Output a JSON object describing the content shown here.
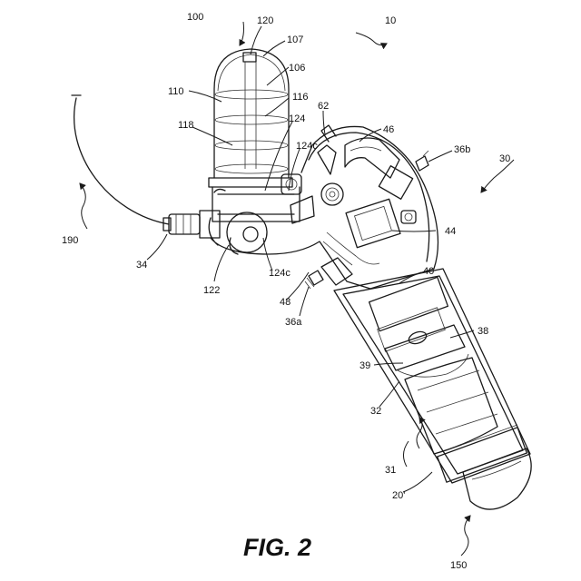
{
  "figure": {
    "caption": "FIG. 2",
    "labels": {
      "l100": "100",
      "l120": "120",
      "l107": "107",
      "l106": "106",
      "l10": "10",
      "l110": "110",
      "l116": "116",
      "l62": "62",
      "l118": "118",
      "l124": "124",
      "l124c_a": "124c",
      "l46": "46",
      "l36b": "36b",
      "l30": "30",
      "l190": "190",
      "l44": "44",
      "l34": "34",
      "l124c_b": "124c",
      "l40": "40",
      "l122": "122",
      "l48": "48",
      "l36a": "36a",
      "l38": "38",
      "l39": "39",
      "l32": "32",
      "l31": "31",
      "l20p": "20'",
      "l150": "150"
    }
  }
}
